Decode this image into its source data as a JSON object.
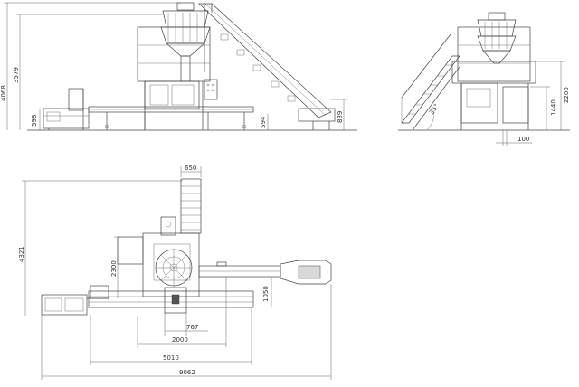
{
  "side_view": {
    "dims": {
      "overall_height": "4068",
      "frame_height": "3579",
      "platform_height": "598",
      "conveyor_right_height": "594",
      "discharge_height": "839"
    }
  },
  "front_view": {
    "dims": {
      "height_2200": "2200",
      "height_1440": "1440",
      "width_100": "100",
      "angle": "35°"
    }
  },
  "plan_view": {
    "dims": {
      "elevator_width": "650",
      "overall_depth": "4321",
      "dim_2300": "2300",
      "dim_1050": "1050",
      "dim_767": "767",
      "dim_2000": "2000",
      "dim_5010": "5010",
      "overall_length": "9062"
    }
  }
}
